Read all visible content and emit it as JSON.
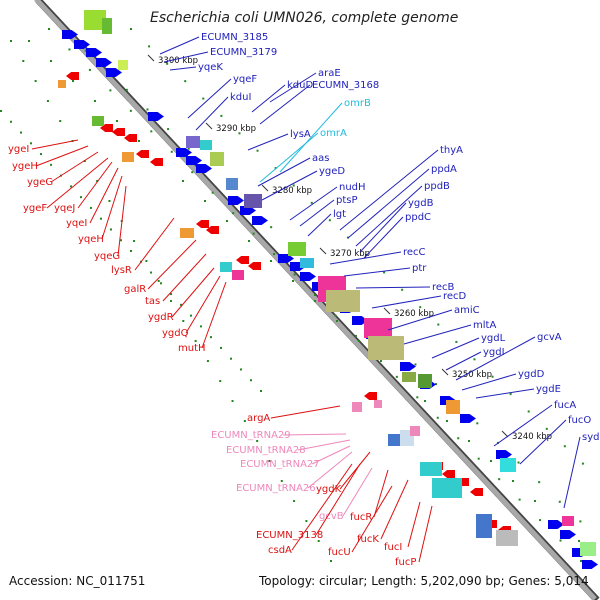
{
  "title": "Escherichia coli UMN026, complete genome",
  "footer": {
    "accession": "Accession: NC_011751",
    "topology": "Topology: circular; Length: 5,202,090 bp; Genes: 5,014"
  },
  "colors": {
    "forward_label": "#2222bb",
    "reverse_label": "#dd1111",
    "rna_label": "#22bbdd",
    "trna_label": "#ee88bb",
    "backbone": "#999999",
    "cds_forward": "#0000ee",
    "cds_reverse": "#ee0000",
    "tick": "#228822"
  },
  "ticks": [
    "3300 kbp",
    "3290 kbp",
    "3280 kbp",
    "3270 kbp",
    "3260 kbp",
    "3250 kbp",
    "3240 kbp"
  ],
  "forward_labels": [
    {
      "text": "ECUMN_3185",
      "kind": "cds"
    },
    {
      "text": "ECUMN_3179",
      "kind": "cds"
    },
    {
      "text": "yqeK",
      "kind": "cds"
    },
    {
      "text": "araE",
      "kind": "cds"
    },
    {
      "text": "yqeF",
      "kind": "cds"
    },
    {
      "text": "kduD",
      "kind": "cds"
    },
    {
      "text": "ECUMN_3168",
      "kind": "cds"
    },
    {
      "text": "kduI",
      "kind": "cds"
    },
    {
      "text": "omrB",
      "kind": "rna"
    },
    {
      "text": "lysA",
      "kind": "cds"
    },
    {
      "text": "omrA",
      "kind": "rna"
    },
    {
      "text": "aas",
      "kind": "cds"
    },
    {
      "text": "thyA",
      "kind": "cds"
    },
    {
      "text": "ygeD",
      "kind": "cds"
    },
    {
      "text": "ppdA",
      "kind": "cds"
    },
    {
      "text": "nudH",
      "kind": "cds"
    },
    {
      "text": "ppdB",
      "kind": "cds"
    },
    {
      "text": "ptsP",
      "kind": "cds"
    },
    {
      "text": "ygdB",
      "kind": "cds"
    },
    {
      "text": "lgt",
      "kind": "cds"
    },
    {
      "text": "ppdC",
      "kind": "cds"
    },
    {
      "text": "recC",
      "kind": "cds"
    },
    {
      "text": "ptr",
      "kind": "cds"
    },
    {
      "text": "recB",
      "kind": "cds"
    },
    {
      "text": "recD",
      "kind": "cds"
    },
    {
      "text": "amiC",
      "kind": "cds"
    },
    {
      "text": "mltA",
      "kind": "cds"
    },
    {
      "text": "gcvA",
      "kind": "cds"
    },
    {
      "text": "ygdL",
      "kind": "cds"
    },
    {
      "text": "ygdI",
      "kind": "cds"
    },
    {
      "text": "ygdD",
      "kind": "cds"
    },
    {
      "text": "ygdE",
      "kind": "cds"
    },
    {
      "text": "fucA",
      "kind": "cds"
    },
    {
      "text": "fucO",
      "kind": "cds"
    },
    {
      "text": "syd",
      "kind": "cds"
    }
  ],
  "reverse_labels": [
    {
      "text": "ygeI",
      "kind": "cds"
    },
    {
      "text": "ygeH",
      "kind": "cds"
    },
    {
      "text": "ygeG",
      "kind": "cds"
    },
    {
      "text": "ygeF",
      "kind": "cds"
    },
    {
      "text": "yqeJ",
      "kind": "cds"
    },
    {
      "text": "yqeI",
      "kind": "cds"
    },
    {
      "text": "yqeH",
      "kind": "cds"
    },
    {
      "text": "yqeG",
      "kind": "cds"
    },
    {
      "text": "lysR",
      "kind": "cds"
    },
    {
      "text": "galR",
      "kind": "cds"
    },
    {
      "text": "tas",
      "kind": "cds"
    },
    {
      "text": "ygdR",
      "kind": "cds"
    },
    {
      "text": "ygdQ",
      "kind": "cds"
    },
    {
      "text": "mutH",
      "kind": "cds"
    },
    {
      "text": "argA",
      "kind": "cds"
    },
    {
      "text": "ECUMN_tRNA29",
      "kind": "trna"
    },
    {
      "text": "ECUMN_tRNA28",
      "kind": "trna"
    },
    {
      "text": "ECUMN_tRNA27",
      "kind": "trna"
    },
    {
      "text": "ECUMN_tRNA26",
      "kind": "trna"
    },
    {
      "text": "ygdK",
      "kind": "cds"
    },
    {
      "text": "gcvB",
      "kind": "trna"
    },
    {
      "text": "fucR",
      "kind": "cds"
    },
    {
      "text": "ECUMN_3138",
      "kind": "cds"
    },
    {
      "text": "fucK",
      "kind": "cds"
    },
    {
      "text": "csdA",
      "kind": "cds"
    },
    {
      "text": "fucU",
      "kind": "cds"
    },
    {
      "text": "fucI",
      "kind": "cds"
    },
    {
      "text": "fucP",
      "kind": "cds"
    }
  ]
}
